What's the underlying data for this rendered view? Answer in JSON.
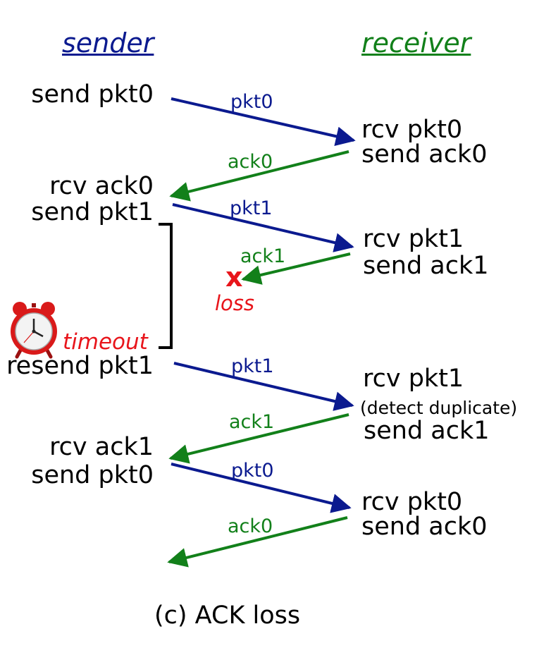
{
  "headers": {
    "sender": "sender",
    "receiver": "receiver"
  },
  "sender_events": {
    "send_pkt0_1": "send pkt0",
    "rcv_ack0_1": "rcv ack0",
    "send_pkt1_1": "send pkt1",
    "timeout": "timeout",
    "resend_pkt1": "resend pkt1",
    "rcv_ack1": "rcv ack1",
    "send_pkt0_2": "send pkt0"
  },
  "receiver_events": {
    "rcv_pkt0_1": "rcv pkt0",
    "send_ack0_1": "send ack0",
    "rcv_pkt1_1": "rcv pkt1",
    "send_ack1_1": "send ack1",
    "rcv_pkt1_2": "rcv pkt1",
    "detect_duplicate": "(detect duplicate)",
    "send_ack1_2": "send ack1",
    "rcv_pkt0_2": "rcv pkt0",
    "send_ack0_2": "send ack0"
  },
  "messages": {
    "m1": "pkt0",
    "m2": "ack0",
    "m3": "pkt1",
    "m4": "ack1",
    "m5": "pkt1",
    "m6": "ack1",
    "m7": "pkt0",
    "m8": "ack0"
  },
  "loss": {
    "mark": "x",
    "label": "loss"
  },
  "caption": "(c) ACK loss",
  "colors": {
    "data": "#0b1a8f",
    "ack": "#12801a",
    "loss": "#e8151b",
    "timer": "#d91a1a"
  },
  "icons": {
    "timer": "alarm-clock-icon",
    "loss": "loss-x-icon",
    "bracket": "timeout-bracket"
  }
}
